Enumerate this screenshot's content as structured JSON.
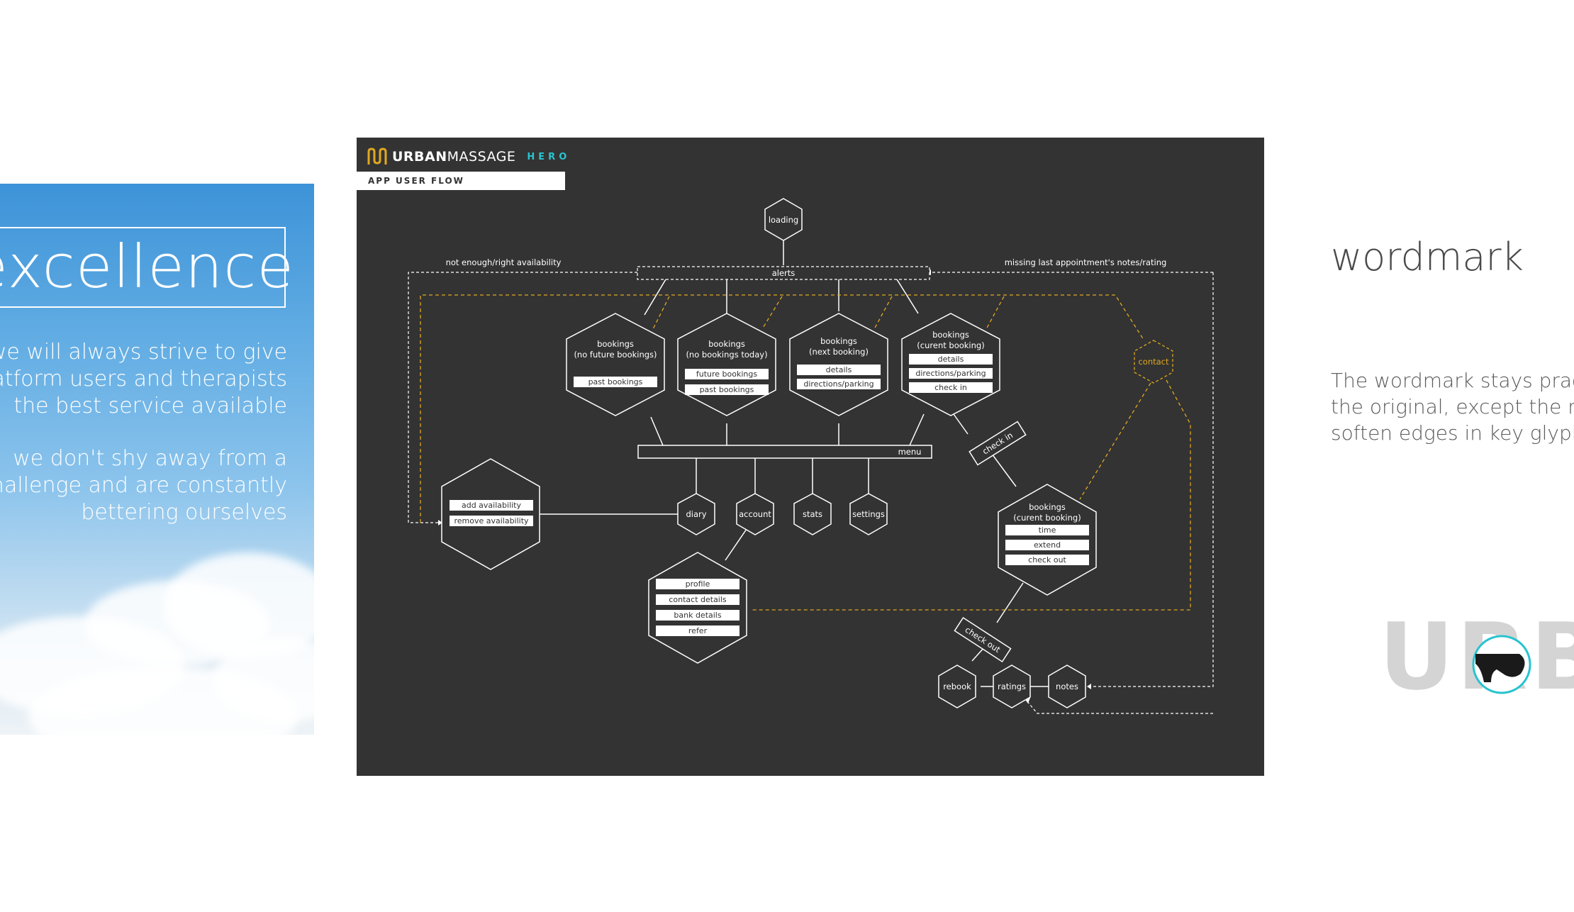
{
  "left_panel": {
    "title": "excellence",
    "lines": [
      "we will always strive to give",
      "platform users and therapists",
      "the best service available",
      "we don't shy away from a",
      "challenge and are constantly",
      "bettering ourselves"
    ]
  },
  "diagram": {
    "logo": {
      "urban": "URBAN",
      "massage": "MASSAGE",
      "hero": "HERO"
    },
    "subtitle": "APP USER FLOW",
    "loading": "loading",
    "alerts": "alerts",
    "left_note": "not enough/right availability",
    "right_note": "missing last appointment's notes/rating",
    "bookings_a": {
      "title": "bookings",
      "subtitle": "(no future bookings)",
      "items": [
        "past bookings"
      ]
    },
    "bookings_b": {
      "title": "bookings",
      "subtitle": "(no bookings today)",
      "items": [
        "future bookings",
        "past bookings"
      ]
    },
    "bookings_c": {
      "title": "bookings",
      "subtitle": "(next booking)",
      "items": [
        "details",
        "directions/parking"
      ]
    },
    "bookings_d": {
      "title": "bookings",
      "subtitle": "(curent booking)",
      "items": [
        "details",
        "directions/parking",
        "check in"
      ]
    },
    "contact": "contact",
    "menu": "menu",
    "check_in": "check in",
    "check_out": "check out",
    "availability_items": [
      "add availability",
      "remove availability"
    ],
    "diary": "diary",
    "account": "account",
    "stats": "stats",
    "settings": "settings",
    "account_items": [
      "profile",
      "contact details",
      "bank details",
      "refer"
    ],
    "bookings_e": {
      "title": "bookings",
      "subtitle": "(curent booking)",
      "items": [
        "time",
        "extend",
        "check out"
      ]
    },
    "rebook": "rebook",
    "ratings": "ratings",
    "notes": "notes",
    "accent_color": "#e0a820",
    "hero_color": "#29c3cf"
  },
  "right_panel": {
    "title": "wordmark",
    "lines": [
      "The wordmark stays practically",
      "the original, except the new",
      "soften edges in key glyphs"
    ],
    "letters": "URB",
    "accent_color": "#29c3cf"
  }
}
